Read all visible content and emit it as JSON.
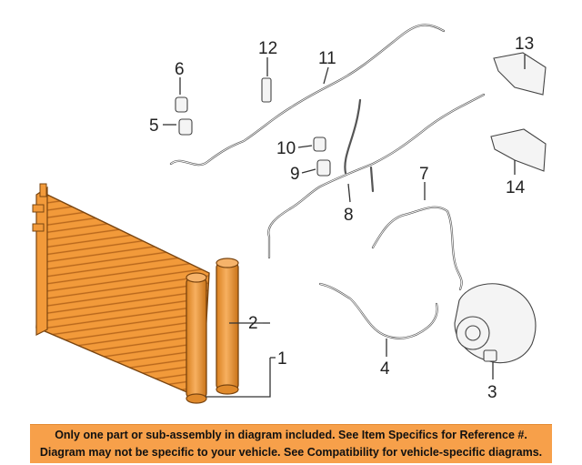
{
  "diagram": {
    "callouts": {
      "c1": "1",
      "c2": "2",
      "c3": "3",
      "c4": "4",
      "c5": "5",
      "c6": "6",
      "c7": "7",
      "c8": "8",
      "c9": "9",
      "c10": "10",
      "c11": "11",
      "c12": "12",
      "c13": "13",
      "c14": "14"
    },
    "colors": {
      "highlight": "#f29a3a",
      "highlight_dark": "#b8671c",
      "line": "#333333",
      "notice_bg": "#f7a04a"
    }
  },
  "notice": {
    "line1": "Only one part or sub-assembly in diagram included. See Item Specifics for Reference #.",
    "line2": "Diagram may not be specific to your vehicle. See Compatibility for vehicle-specific diagrams."
  }
}
